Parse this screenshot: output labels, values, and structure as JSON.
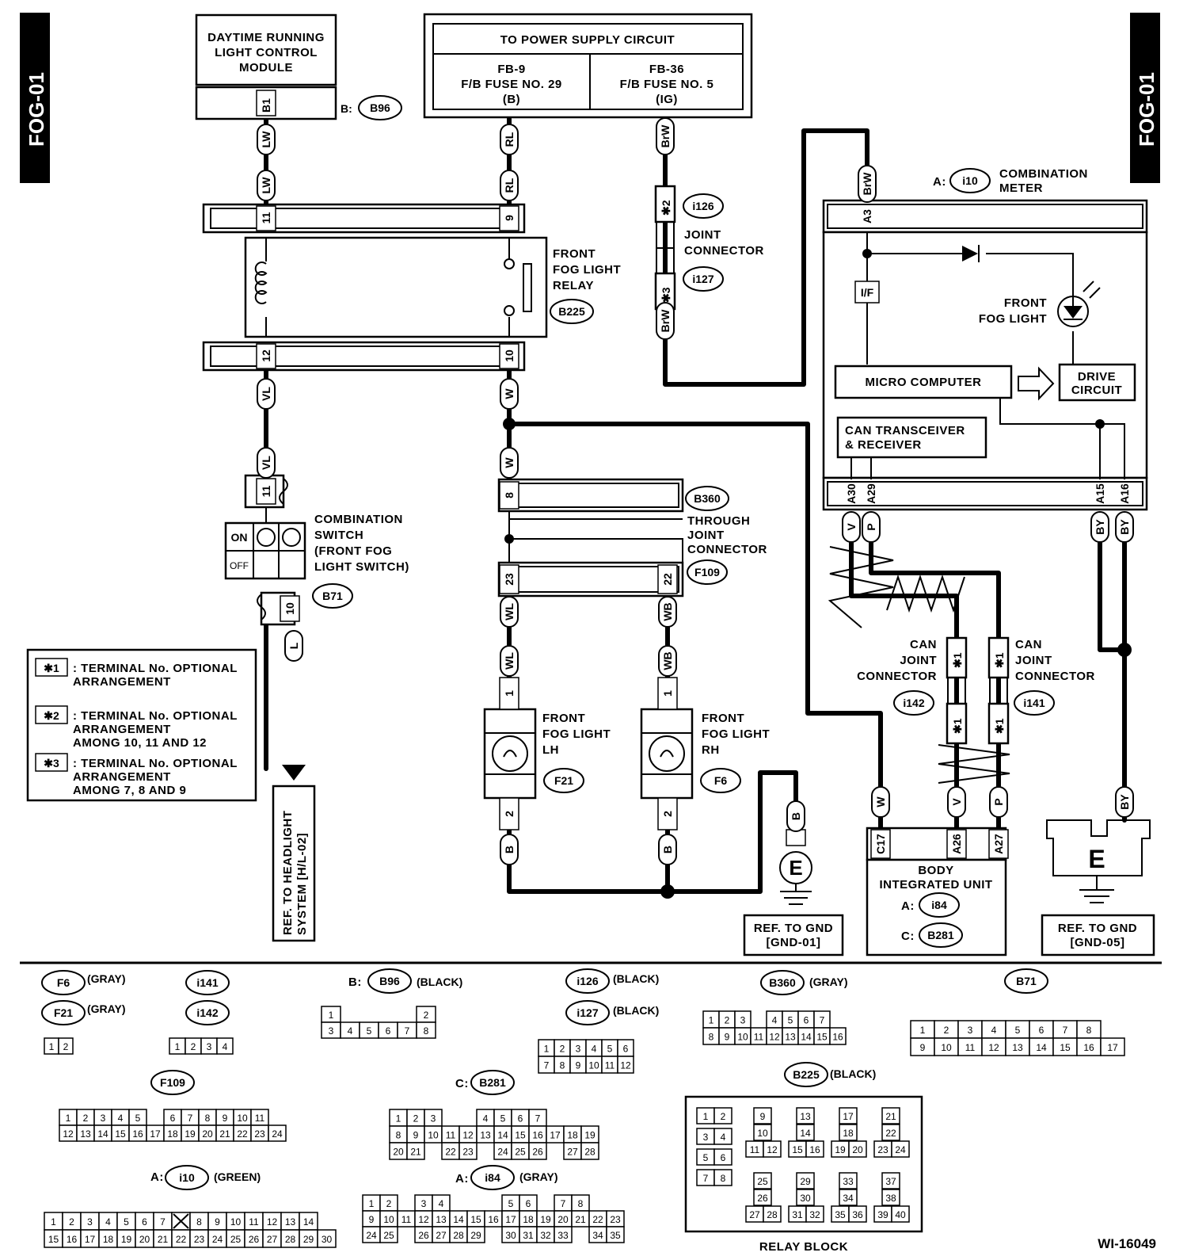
{
  "page_tag": "FOG-01",
  "diagram_id": "WI-16049",
  "boxes": {
    "drl_module": [
      "DAYTIME RUNNING",
      "LIGHT CONTROL",
      "MODULE"
    ],
    "power_supply": {
      "title": "TO POWER SUPPLY CIRCUIT",
      "left": [
        "FB-9",
        "F/B FUSE NO. 29",
        "(B)"
      ],
      "right": [
        "FB-36",
        "F/B FUSE NO. 5",
        "(IG)"
      ]
    },
    "relay": [
      "FRONT",
      "FOG LIGHT",
      "RELAY"
    ],
    "joint_connector": [
      "JOINT",
      "CONNECTOR"
    ],
    "combination_meter": [
      "COMBINATION",
      "METER"
    ],
    "combination_meter_prefix": "A:",
    "front_fog_light_indicator": [
      "FRONT",
      "FOG LIGHT"
    ],
    "micro_computer": "MICRO COMPUTER",
    "drive_circuit": [
      "DRIVE",
      "CIRCUIT"
    ],
    "can_transceiver": [
      "CAN TRANSCEIVER",
      "& RECEIVER"
    ],
    "if_label": "I/F",
    "combination_switch": [
      "COMBINATION",
      "SWITCH",
      "(FRONT FOG",
      " LIGHT SWITCH)"
    ],
    "switch_on": "ON",
    "switch_off": "OFF",
    "through_joint": [
      "THROUGH",
      "JOINT",
      "CONNECTOR"
    ],
    "fog_lh": [
      "FRONT",
      "FOG LIGHT",
      "LH"
    ],
    "fog_rh": [
      "FRONT",
      "FOG LIGHT",
      "RH"
    ],
    "can_joint_left": [
      "CAN",
      "JOINT",
      "CONNECTOR"
    ],
    "can_joint_right": [
      "CAN",
      "JOINT",
      "CONNECTOR"
    ],
    "body_unit": [
      "BODY",
      "INTEGRATED UNIT"
    ],
    "body_unit_a": "A:",
    "body_unit_c": "C:",
    "ref_headlight": [
      "REF. TO HEADLIGHT",
      "SYSTEM [H/L-02]"
    ],
    "ref_gnd1": [
      "REF. TO GND",
      "[GND-01]"
    ],
    "ref_gnd5": [
      "REF. TO GND",
      "[GND-05]"
    ],
    "ground_symbol": "E",
    "drl_prefix": "B:",
    "star_terminal": "✱"
  },
  "legend": [
    {
      "mark": "✱1",
      "text": [
        ": TERMINAL No. OPTIONAL",
        "  ARRANGEMENT"
      ]
    },
    {
      "mark": "✱2",
      "text": [
        ": TERMINAL No. OPTIONAL",
        "  ARRANGEMENT",
        "  AMONG 10, 11 AND 12"
      ]
    },
    {
      "mark": "✱3",
      "text": [
        ": TERMINAL No. OPTIONAL",
        "  ARRANGEMENT",
        "  AMONG 7, 8 AND 9"
      ]
    }
  ],
  "connectors": {
    "B96": "B96",
    "i126": "i126",
    "i127": "i127",
    "B225": "B225",
    "i10": "i10",
    "B360": "B360",
    "F109": "F109",
    "B71": "B71",
    "F21": "F21",
    "F6": "F6",
    "i142": "i142",
    "i141": "i141",
    "i84": "i84",
    "B281": "B281",
    "F6b": "F6",
    "F21b": "F21",
    "i141b": "i141",
    "i142b": "i142",
    "B96b": "B96",
    "i126b": "i126",
    "i127b": "i127",
    "B360b": "B360",
    "B71b": "B71",
    "F109b": "F109",
    "B281b": "B281",
    "B225b": "B225",
    "i10b": "i10",
    "i84b": "i84"
  },
  "wire_colors": {
    "LW": "LW",
    "RL": "RL",
    "BrW": "BrW",
    "VL": "VL",
    "W": "W",
    "L": "L",
    "WL": "WL",
    "WB": "WB",
    "B": "B",
    "V": "V",
    "P": "P",
    "BY": "BY"
  },
  "pins": {
    "B1": "B1",
    "p11": "11",
    "p9": "9",
    "p12": "12",
    "p10": "10",
    "s2": "✱2",
    "s3": "✱3",
    "A3": "A3",
    "p8": "8",
    "p23": "23",
    "p22": "22",
    "p1": "1",
    "p2": "2",
    "A30": "A30",
    "A29": "A29",
    "A15": "A15",
    "A16": "A16",
    "s1": "✱1",
    "C17": "C17",
    "A26": "A26",
    "A27": "A27"
  },
  "connector_views": {
    "f6": {
      "label": "(GRAY)"
    },
    "f21": {
      "label": "(GRAY)"
    },
    "b96": {
      "prefix": "B:",
      "label": "(BLACK)"
    },
    "i126": {
      "label": "(BLACK)"
    },
    "i127": {
      "label": "(BLACK)"
    },
    "b360": {
      "label": "(GRAY)"
    },
    "b225": {
      "label": "(BLACK)"
    },
    "b281": {
      "prefix": "C:"
    },
    "i10": {
      "prefix": "A:",
      "label": "(GREEN)"
    },
    "i84": {
      "prefix": "A:",
      "label": "(GRAY)"
    },
    "relay_block": "RELAY BLOCK"
  },
  "pin_grids": {
    "f6f21": [
      [
        "1",
        "2"
      ]
    ],
    "i141": [
      [
        "1",
        "2",
        "3",
        "4"
      ]
    ],
    "b96": [
      [
        "1",
        "",
        "",
        "",
        "",
        "2"
      ],
      [
        "3",
        "4",
        "5",
        "6",
        "7",
        "8"
      ]
    ],
    "i126": [
      [
        "1",
        "2",
        "3",
        "4",
        "5",
        "6"
      ],
      [
        "7",
        "8",
        "9",
        "10",
        "11",
        "12"
      ]
    ],
    "b360": [
      [
        "1",
        "2",
        "3",
        "",
        "4",
        "5",
        "6",
        "7"
      ],
      [
        "8",
        "9",
        "10",
        "11",
        "12",
        "13",
        "14",
        "15",
        "16"
      ]
    ],
    "b71": [
      [
        "1",
        "2",
        "3",
        "4",
        "5",
        "6",
        "7",
        "8"
      ],
      [
        "9",
        "10",
        "11",
        "12",
        "13",
        "14",
        "15",
        "16",
        "17"
      ]
    ],
    "f109": [
      [
        "1",
        "2",
        "3",
        "4",
        "5",
        "",
        "6",
        "7",
        "8",
        "9",
        "10",
        "11"
      ],
      [
        "12",
        "13",
        "14",
        "15",
        "16",
        "17",
        "18",
        "19",
        "20",
        "21",
        "22",
        "23",
        "24"
      ]
    ],
    "b281": [
      [
        "1",
        "2",
        "3",
        "",
        "",
        "4",
        "5",
        "6",
        "7"
      ],
      [
        "8",
        "9",
        "10",
        "11",
        "12",
        "13",
        "14",
        "15",
        "16",
        "17",
        "18",
        "19"
      ],
      [
        "20",
        "21",
        "",
        "22",
        "23",
        "",
        "24",
        "25",
        "26",
        "",
        "27",
        "28"
      ]
    ],
    "i10": [
      [
        "1",
        "2",
        "3",
        "4",
        "5",
        "6",
        "7",
        "X",
        "8",
        "9",
        "10",
        "11",
        "12",
        "13",
        "14"
      ],
      [
        "15",
        "16",
        "17",
        "18",
        "19",
        "20",
        "21",
        "22",
        "23",
        "24",
        "25",
        "26",
        "27",
        "28",
        "29",
        "30"
      ]
    ],
    "i84": [
      [
        "1",
        "2",
        "",
        "3",
        "4",
        "",
        "",
        "",
        "5",
        "6",
        "",
        "7",
        "8"
      ],
      [
        "9",
        "10",
        "11",
        "12",
        "13",
        "14",
        "15",
        "16",
        "17",
        "18",
        "19",
        "20",
        "21",
        "22",
        "23"
      ],
      [
        "24",
        "25",
        "",
        "26",
        "27",
        "28",
        "29",
        "",
        "30",
        "31",
        "32",
        "33",
        "",
        "34",
        "35"
      ]
    ],
    "relay_block": {
      "a": [
        [
          "1",
          "2"
        ],
        [
          "3",
          "4"
        ],
        [
          "5",
          "6"
        ],
        [
          "7",
          "8"
        ]
      ],
      "top": [
        [
          "9",
          "10",
          "11",
          "12"
        ],
        [
          "13",
          "14",
          "15",
          "16"
        ],
        [
          "17",
          "18",
          "19",
          "20"
        ],
        [
          "21",
          "22",
          "23",
          "24"
        ]
      ],
      "bottom": [
        [
          "25",
          "26",
          "27",
          "28"
        ],
        [
          "29",
          "30",
          "31",
          "32"
        ],
        [
          "33",
          "34",
          "35",
          "36"
        ],
        [
          "37",
          "38",
          "39",
          "40"
        ]
      ]
    }
  }
}
